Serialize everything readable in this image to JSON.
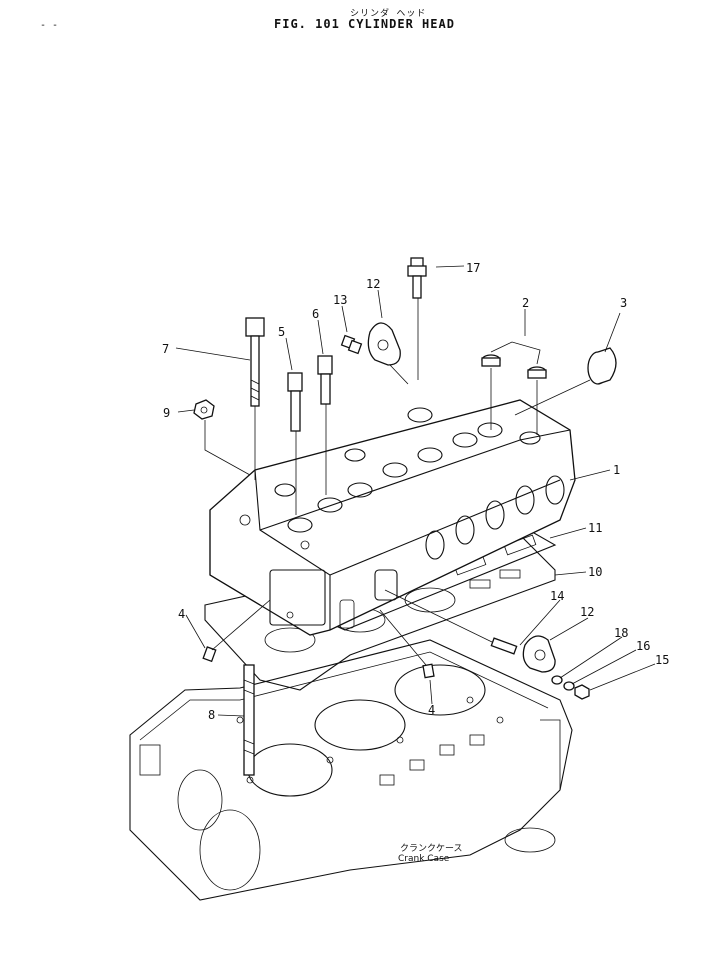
{
  "header": {
    "jp_title": "シリンダ ヘッド",
    "fig_title": "FIG. 101  CYLINDER HEAD",
    "corner_mark": "- -"
  },
  "labels": {
    "p1": "1",
    "p2": "2",
    "p3": "3",
    "p4a": "4",
    "p4b": "4",
    "p5": "5",
    "p6": "6",
    "p7": "7",
    "p8": "8",
    "p9": "9",
    "p10": "10",
    "p11": "11",
    "p12a": "12",
    "p12b": "12",
    "p13": "13",
    "p14": "14",
    "p15": "15",
    "p16": "16",
    "p17": "17",
    "p18": "18"
  },
  "crank_case": {
    "jp": "クランクケース",
    "en": "Crank Case"
  }
}
